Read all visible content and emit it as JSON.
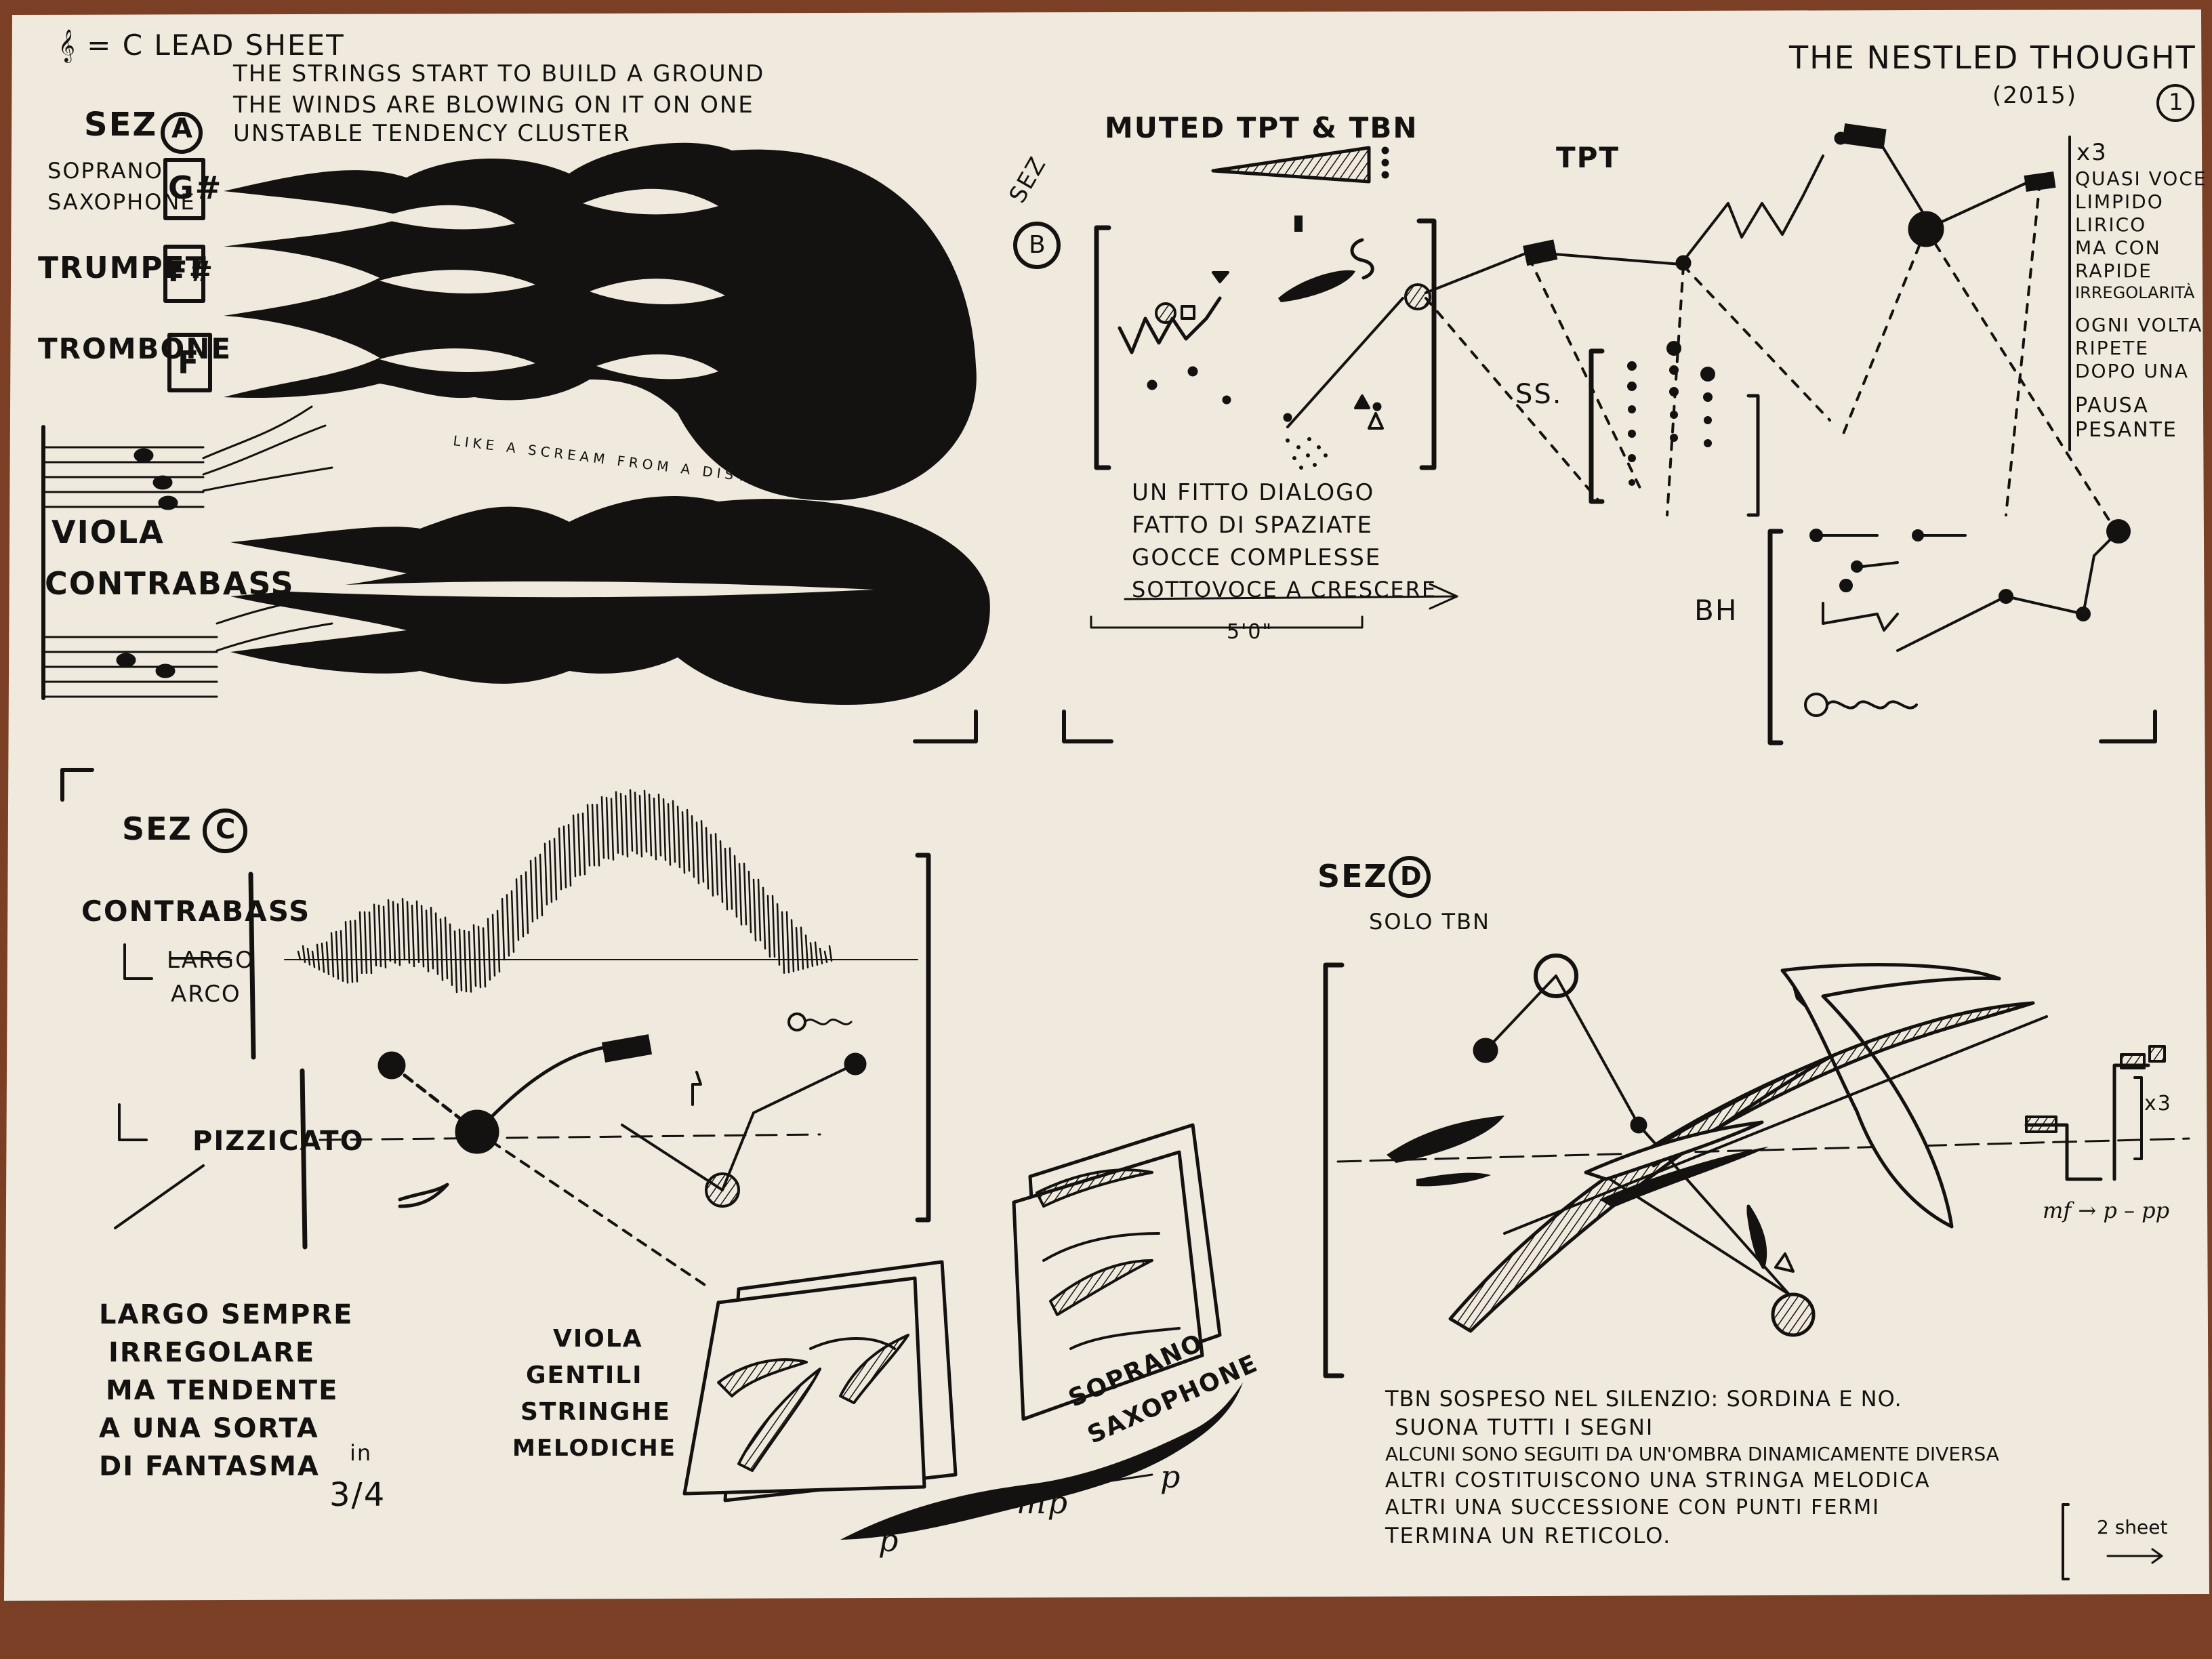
{
  "colors": {
    "table": "#7a3f24",
    "paper": "#efeadd",
    "ink": "#141210",
    "hatch": "#bdb7aa"
  },
  "header": {
    "clef_line": "𝄞 = C LEAD SHEET",
    "intro_line1": "THE STRINGS START TO BUILD A GROUND",
    "intro_line2": "THE WINDS ARE BLOWING ON IT ON ONE",
    "intro_line3": "UNSTABLE TENDENCY CLUSTER",
    "title": "THE NESTLED THOUGHT",
    "year": "(2015)",
    "page_number": "1"
  },
  "sec_a": {
    "label": "SEZ",
    "letter": "A",
    "soprano_line1": "SOPRANO",
    "soprano_line2": "SAXOPHONE",
    "soprano_note": "G#",
    "trumpet": "TRUMPET",
    "trumpet_note": "F#",
    "trombone": "TROMBONE",
    "trombone_note": "F",
    "scream_note": "LIKE A SCREAM FROM A DISTANCE",
    "viola": "VIOLA",
    "contrabass": "CONTRABASS"
  },
  "sec_b": {
    "label": "SEZ",
    "letter": "B",
    "muted": "MUTED TPT & TBN",
    "tpt": "TPT",
    "ss": "SS.",
    "bh": "BH",
    "repeat_count": "x3",
    "side_note": [
      "QUASI VOCE",
      "LIMPIDO",
      "LIRICO",
      "MA CON",
      "RAPIDE",
      "IRREGOLARITÀ",
      "OGNI VOLTA",
      "RIPETE",
      "DOPO UNA",
      "PAUSA",
      "PESANTE"
    ],
    "dialog_note": [
      "UN FITTO DIALOGO",
      "FATTO DI SPAZIATE",
      "GOCCE COMPLESSE",
      "SOTTOVOCE A CRESCERE"
    ],
    "duration": "5'0\""
  },
  "sec_c": {
    "label": "SEZ",
    "letter": "C",
    "contrabass": "CONTRABASS",
    "largo_arco_1": "LARGO",
    "largo_arco_2": "ARCO",
    "pizzicato": "PIZZICATO",
    "largo_note": [
      "LARGO SEMPRE",
      "IRREGOLARE",
      "MA TENDENTE",
      "A UNA SORTA",
      "DI FANTASMA"
    ],
    "meter_in": "in",
    "meter": "3/4",
    "viola_note": [
      "VIOLA",
      "GENTILI",
      "STRINGHE",
      "MELODICHE"
    ],
    "sax_line1": "SOPRANO",
    "sax_line2": "SAXOPHONE",
    "dyn_p1": "p",
    "dyn_mp": "mp",
    "dyn_p2": "p"
  },
  "sec_d": {
    "label": "SEZ",
    "letter": "D",
    "solo": "SOLO TBN",
    "repeat": "x3",
    "dynamics": "mf → p – pp",
    "note_lines": [
      "TBN SOSPESO NEL SILENZIO: SORDINA E NO.",
      "SUONA TUTTI I SEGNI",
      "ALCUNI SONO SEGUITI DA UN'OMBRA DINAMICAMENTE DIVERSA",
      "ALTRI COSTITUISCONO UNA STRINGA MELODICA",
      "ALTRI UNA SUCCESSIONE CON PUNTI FERMI",
      "TERMINA UN RETICOLO."
    ],
    "next_sheet": "2 sheet"
  }
}
